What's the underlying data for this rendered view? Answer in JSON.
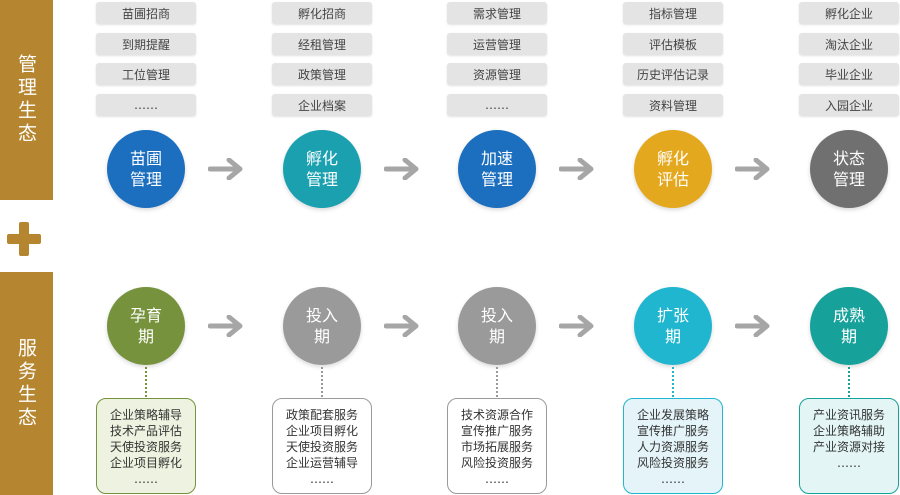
{
  "sidebar": {
    "top_label": "管理生态",
    "bottom_label": "服务生态"
  },
  "top_columns": [
    {
      "tags": [
        "苗圃招商",
        "到期提醒",
        "工位管理",
        "……"
      ],
      "circle": [
        "苗圃",
        "管理"
      ],
      "color": "#1c6fbf"
    },
    {
      "tags": [
        "孵化招商",
        "经租管理",
        "政策管理",
        "企业档案"
      ],
      "circle": [
        "孵化",
        "管理"
      ],
      "color": "#1ba0b0"
    },
    {
      "tags": [
        "需求管理",
        "运营管理",
        "资源管理",
        "……"
      ],
      "circle": [
        "加速",
        "管理"
      ],
      "color": "#1c6fbf"
    },
    {
      "tags": [
        "指标管理",
        "评估模板",
        "历史评估记录",
        "资料管理"
      ],
      "circle": [
        "孵化",
        "评估"
      ],
      "color": "#e3a81d"
    },
    {
      "tags": [
        "孵化企业",
        "淘汰企业",
        "毕业企业",
        "入园企业"
      ],
      "circle": [
        "状态",
        "管理"
      ],
      "color": "#707070"
    }
  ],
  "bottom_columns": [
    {
      "circle": [
        "孕育",
        "期"
      ],
      "color": "#76923c",
      "box_bg": "#edf3e0",
      "items": [
        "企业策略辅导",
        "技术产品评估",
        "天使投资服务",
        "企业项目孵化",
        "……"
      ]
    },
    {
      "circle": [
        "投入",
        "期"
      ],
      "color": "#9a9a9a",
      "box_bg": "#ffffff",
      "items": [
        "政策配套服务",
        "企业项目孵化",
        "天使投资服务",
        "企业运营辅导",
        "……"
      ]
    },
    {
      "circle": [
        "投入",
        "期"
      ],
      "color": "#9a9a9a",
      "box_bg": "#ffffff",
      "items": [
        "技术资源合作",
        "宣传推广服务",
        "市场拓展服务",
        "风险投资服务",
        "……"
      ]
    },
    {
      "circle": [
        "扩张",
        "期"
      ],
      "color": "#20b6cf",
      "box_bg": "#e4f4f9",
      "items": [
        "企业发展策略",
        "宣传推广服务",
        "人力资源服务",
        "风险投资服务",
        "……"
      ]
    },
    {
      "circle": [
        "成熟",
        "期"
      ],
      "color": "#16a19b",
      "box_bg": "#e3f6f5",
      "items": [
        "产业资讯服务",
        "企业策略辅助",
        "产业资源对接",
        "……"
      ]
    }
  ]
}
